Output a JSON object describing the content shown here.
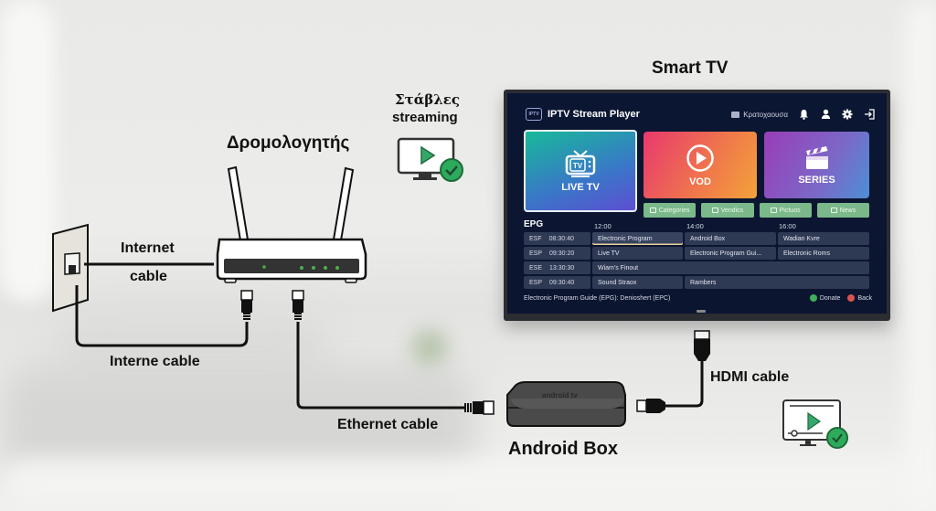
{
  "diagram": {
    "labels": {
      "smart_tv": "Smart TV",
      "router": "Δρομολογητής",
      "stable_streaming_line1": "Στάβλες",
      "stable_streaming_line2": "streaming",
      "internet_cable_line1": "Internet",
      "internet_cable_line2": "cable",
      "interne_cable": "Interne cable",
      "ethernet_cable": "Ethernet cable",
      "hdmi_cable": "HDMI cable",
      "android_box": "Android Box",
      "android_box_brand": "android tv"
    },
    "colors": {
      "check_green": "#2eaa5c",
      "play_green": "#34a869",
      "router_led": "#4caf50",
      "cable": "#111111"
    }
  },
  "tv_app": {
    "title": "IPTV Stream Player",
    "logo_text": "IPTV",
    "user_name": "Κρατοχαουσα",
    "header_icons": [
      "bell-icon",
      "user-icon",
      "gear-icon",
      "logout-icon"
    ],
    "tiles": [
      {
        "label": "LIVE TV",
        "icon": "tv-icon",
        "selected": true
      },
      {
        "label": "VOD",
        "icon": "play-circle-icon"
      },
      {
        "label": "SERIES",
        "icon": "clapperboard-icon"
      }
    ],
    "sub_buttons": [
      {
        "label": "Categories",
        "icon": "grid-icon"
      },
      {
        "label": "Vendics",
        "icon": "tv-small-icon"
      },
      {
        "label": "Pictuos",
        "icon": "picture-icon"
      },
      {
        "label": "News",
        "icon": "document-icon"
      }
    ],
    "epg": {
      "title": "EPG",
      "times": [
        "12:00",
        "14:00",
        "16:00"
      ],
      "rows": [
        {
          "ch": "ESF",
          "time": "08:30:40",
          "programs": [
            "Electronic Program",
            "Android Box",
            "Wadian Kvre"
          ]
        },
        {
          "ch": "ESP",
          "time": "09:30:20",
          "programs": [
            "Live TV",
            "Electronic Program Gui...",
            "Electronic Roms"
          ]
        },
        {
          "ch": "ESE",
          "time": "13:30:30",
          "programs": [
            "Wiam's Finout"
          ]
        },
        {
          "ch": "ESP",
          "time": "09:30:40",
          "programs": [
            "Sound Straox",
            "Rambers"
          ]
        }
      ]
    },
    "footer": {
      "info": "Electronic Program Guide (EPG): Denioshert (EPC)",
      "donate_label": "Donate",
      "back_label": "Back",
      "donate_color": "#3fae5a",
      "back_color": "#d9534f"
    }
  }
}
